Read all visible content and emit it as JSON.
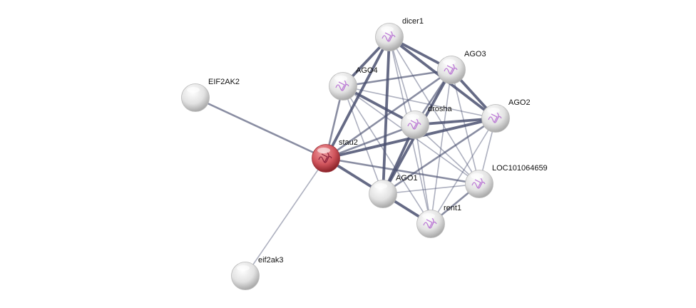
{
  "colors": {
    "query_node": "#c8474f",
    "node": "#e6e6e6",
    "edge": "#4a5070",
    "structure": "#b060d0"
  },
  "nodes": [
    {
      "id": "dicer1",
      "label": "dicer1",
      "query": false,
      "structure": true
    },
    {
      "id": "AGO3",
      "label": "AGO3",
      "query": false,
      "structure": true
    },
    {
      "id": "AGO4",
      "label": "AGO4",
      "query": false,
      "structure": true
    },
    {
      "id": "EIF2AK2",
      "label": "EIF2AK2",
      "query": false,
      "structure": false
    },
    {
      "id": "AGO2",
      "label": "AGO2",
      "query": false,
      "structure": true
    },
    {
      "id": "drosha",
      "label": "drosha",
      "query": false,
      "structure": true
    },
    {
      "id": "stau2",
      "label": "stau2",
      "query": true,
      "structure": true
    },
    {
      "id": "LOC101064659",
      "label": "LOC101064659",
      "query": false,
      "structure": true
    },
    {
      "id": "AGO1",
      "label": "AGO1",
      "query": false,
      "structure": false
    },
    {
      "id": "rent1",
      "label": "rent1",
      "query": false,
      "structure": true
    },
    {
      "id": "eif2ak3",
      "label": "eif2ak3",
      "query": false,
      "structure": false
    }
  ],
  "edges": [
    [
      "stau2",
      "EIF2AK2",
      2
    ],
    [
      "stau2",
      "eif2ak3",
      1
    ],
    [
      "stau2",
      "dicer1",
      3
    ],
    [
      "stau2",
      "AGO4",
      2
    ],
    [
      "stau2",
      "AGO3",
      2
    ],
    [
      "stau2",
      "drosha",
      2
    ],
    [
      "stau2",
      "AGO2",
      3
    ],
    [
      "stau2",
      "AGO1",
      3
    ],
    [
      "stau2",
      "LOC101064659",
      2
    ],
    [
      "dicer1",
      "AGO4",
      3
    ],
    [
      "dicer1",
      "AGO3",
      3
    ],
    [
      "dicer1",
      "AGO2",
      3
    ],
    [
      "dicer1",
      "drosha",
      1
    ],
    [
      "dicer1",
      "AGO1",
      3
    ],
    [
      "dicer1",
      "rent1",
      1
    ],
    [
      "dicer1",
      "LOC101064659",
      1
    ],
    [
      "AGO3",
      "AGO4",
      2
    ],
    [
      "AGO3",
      "AGO2",
      3
    ],
    [
      "AGO3",
      "drosha",
      2
    ],
    [
      "AGO3",
      "AGO1",
      3
    ],
    [
      "AGO3",
      "rent1",
      1
    ],
    [
      "AGO3",
      "LOC101064659",
      1
    ],
    [
      "AGO4",
      "drosha",
      3
    ],
    [
      "AGO4",
      "AGO2",
      1
    ],
    [
      "AGO4",
      "AGO1",
      1
    ],
    [
      "AGO4",
      "rent1",
      1
    ],
    [
      "AGO4",
      "LOC101064659",
      1
    ],
    [
      "drosha",
      "AGO2",
      3
    ],
    [
      "drosha",
      "AGO1",
      3
    ],
    [
      "drosha",
      "rent1",
      1
    ],
    [
      "drosha",
      "LOC101064659",
      1
    ],
    [
      "AGO2",
      "AGO1",
      2
    ],
    [
      "AGO2",
      "rent1",
      1
    ],
    [
      "AGO2",
      "LOC101064659",
      1
    ],
    [
      "AGO1",
      "rent1",
      3
    ],
    [
      "AGO1",
      "LOC101064659",
      1
    ],
    [
      "rent1",
      "LOC101064659",
      2
    ]
  ]
}
